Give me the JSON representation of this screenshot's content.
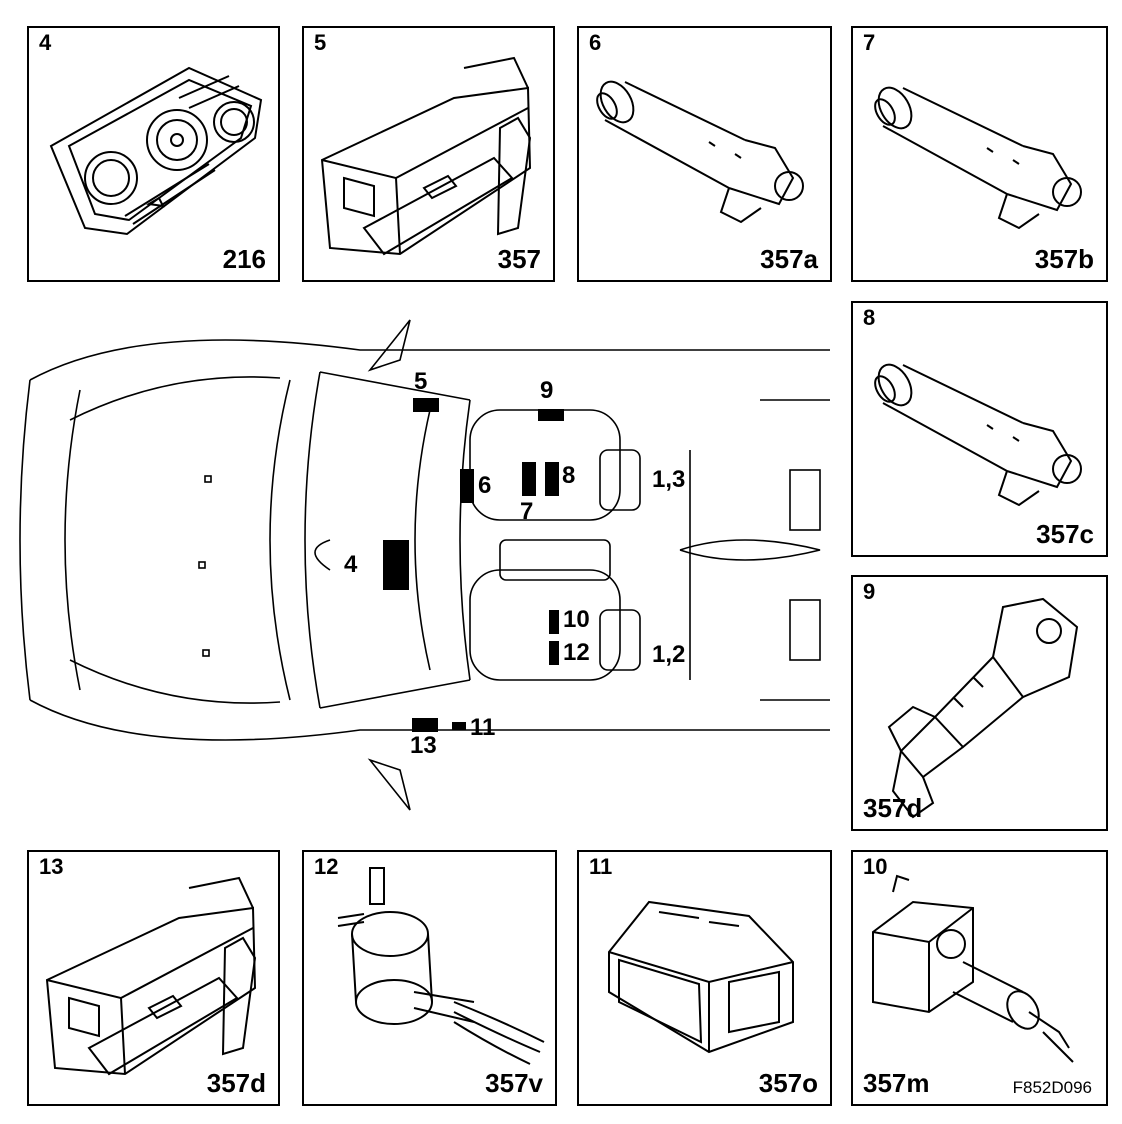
{
  "figure_ref": "F852D096",
  "panels": [
    {
      "number": "4",
      "code": "216"
    },
    {
      "number": "5",
      "code": "357"
    },
    {
      "number": "6",
      "code": "357a"
    },
    {
      "number": "7",
      "code": "357b"
    },
    {
      "number": "8",
      "code": "357c"
    },
    {
      "number": "9",
      "code": "357d"
    },
    {
      "number": "13",
      "code": "357d"
    },
    {
      "number": "12",
      "code": "357v"
    },
    {
      "number": "11",
      "code": "357o"
    },
    {
      "number": "10",
      "code": "357m"
    }
  ],
  "car_labels": {
    "l5": "5",
    "l9": "9",
    "l6": "6",
    "l8": "8",
    "l7": "7",
    "l4": "4",
    "l10": "10",
    "l12": "12",
    "l11": "11",
    "l13": "13",
    "l13a": "1,3",
    "l12a": "1,2"
  }
}
